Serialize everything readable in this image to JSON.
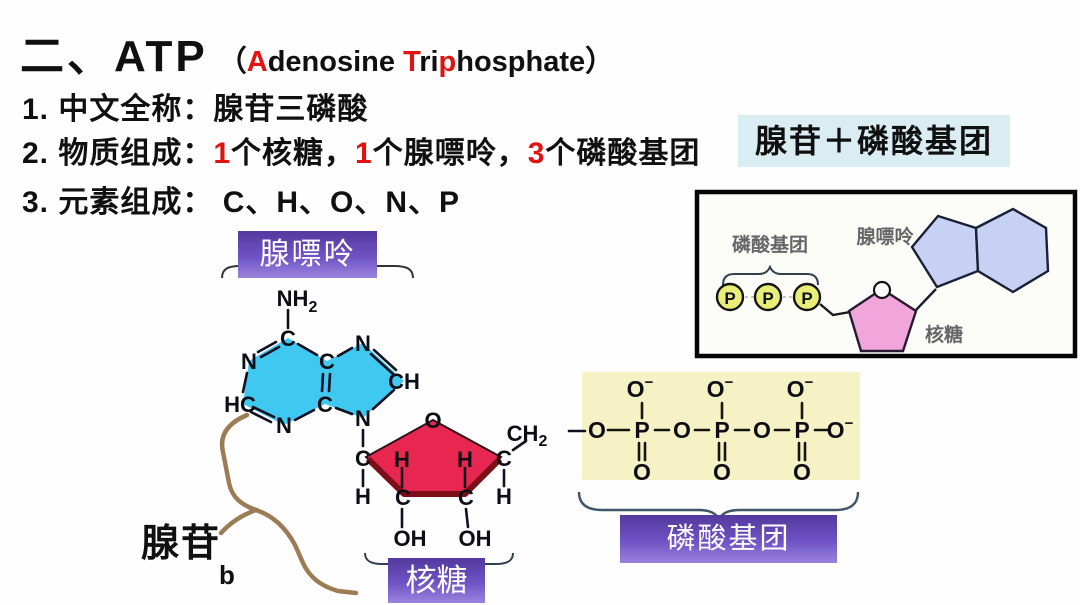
{
  "slide": {
    "title_cn": "二、ATP",
    "title_open": "（",
    "title_a": "A",
    "title_denosine": "denosine ",
    "title_t": "T",
    "title_ri": "ri",
    "title_p": "p",
    "title_hosphate": "hosphate",
    "title_close": "）",
    "line1": "1. 中文全称：腺苷三磷酸",
    "line2_pre": "2. 物质组成：",
    "line2_n1": "1",
    "line2_s1": "个核糖，",
    "line2_n2": "1",
    "line2_s2": "个腺嘌呤，",
    "line2_n3": "3",
    "line2_s3": "个磷酸基团",
    "line3": "3. 元素组成： C、H、O、N、P",
    "highlight": "腺苷＋磷酸基团"
  },
  "labels": {
    "adenine": "腺嘌呤",
    "ribose": "核糖",
    "phosphate": "磷酸基团",
    "adenosine": "腺苷",
    "sub_b": "b"
  },
  "atoms": {
    "c": "C",
    "n": "N",
    "h": "H",
    "o": "O",
    "p": "P",
    "hc": "HC",
    "ch": "CH",
    "oh": "OH",
    "nh": "NH",
    "sub2": "2",
    "minus": "−"
  },
  "inset": {
    "phosphate": "磷酸基团",
    "adenine": "腺嘌呤",
    "ribose": "核糖",
    "p": "P"
  },
  "colors": {
    "accent_red": "#e31212",
    "purple_box": "#6a4ec6",
    "adenine_fill": "#3fc8f0",
    "ribose_fill": "#e82750",
    "ribose_edge": "#7d0d16",
    "phosphate_bg": "#f6f2c6",
    "highlight_bg": "#d9edf2",
    "p_circle": "#e9ee79",
    "inset_ribose": "#f0a6da",
    "inset_adenine": "#c7d1f3"
  }
}
